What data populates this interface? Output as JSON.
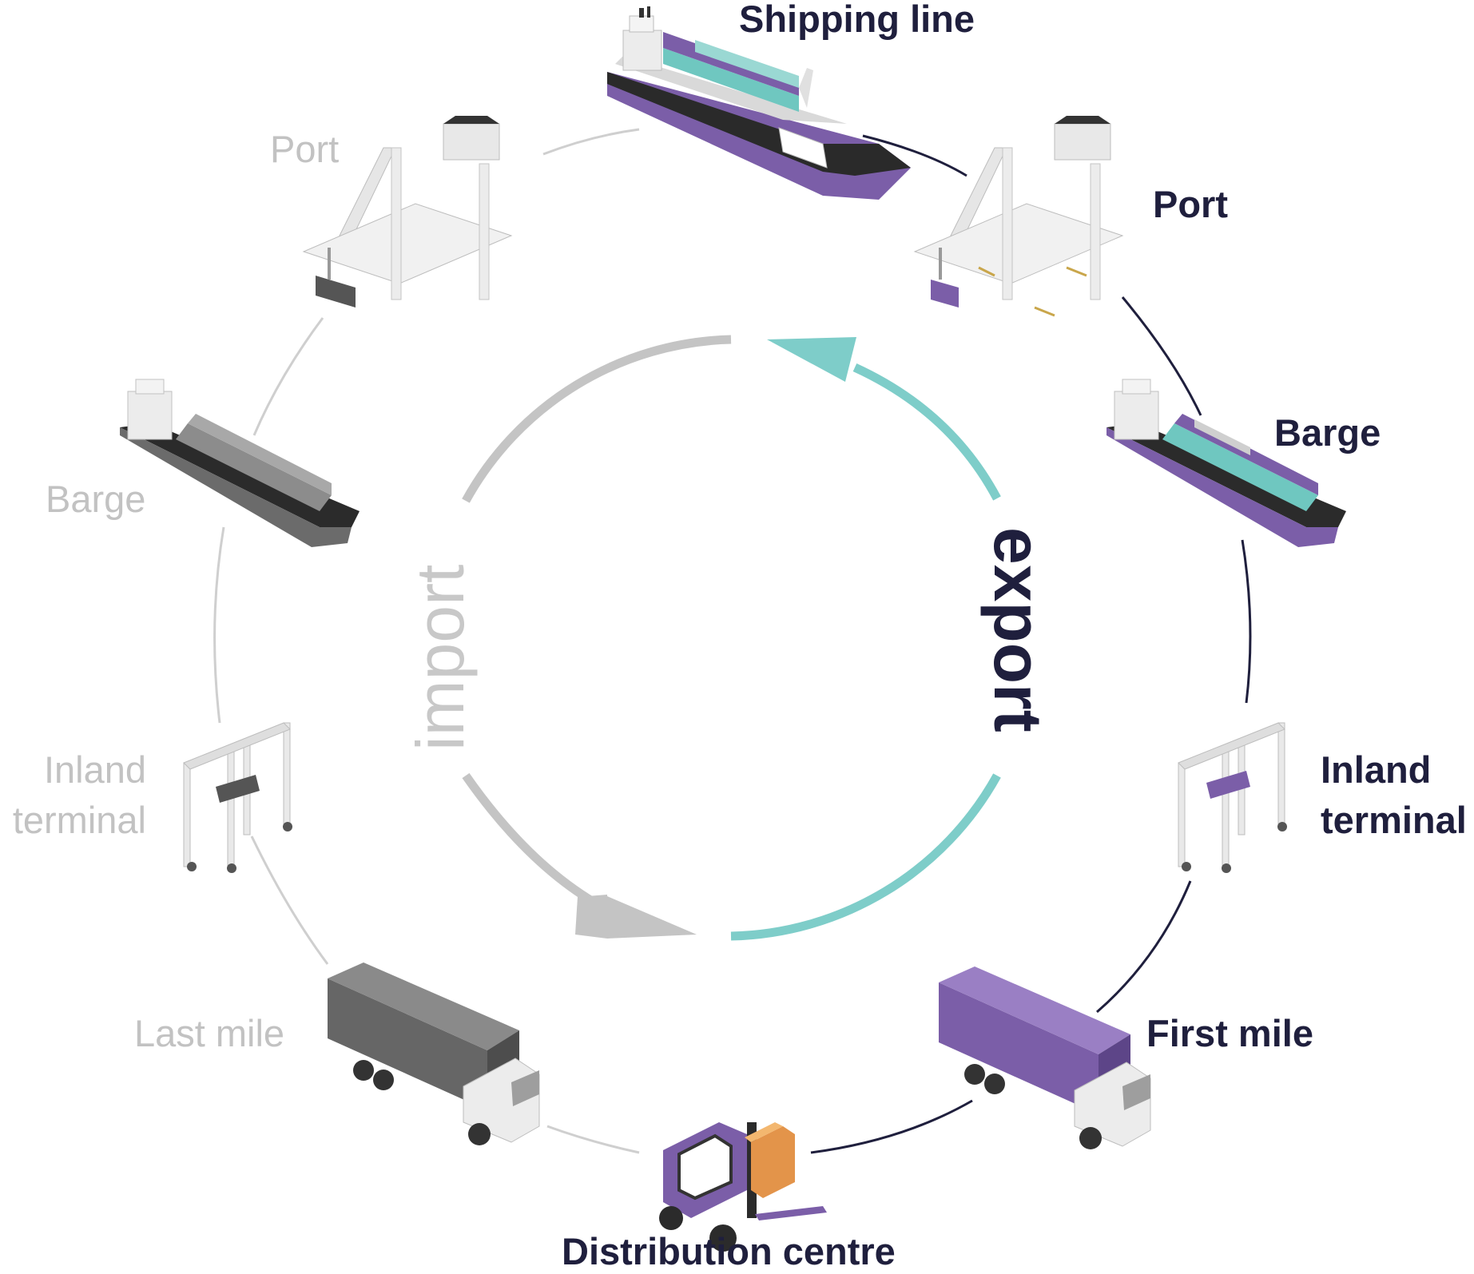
{
  "export_labels": {
    "shipping_line": "Shipping line",
    "port": "Port",
    "barge": "Barge",
    "inland_terminal_1": "Inland",
    "inland_terminal_2": "terminal",
    "first_mile": "First mile"
  },
  "import_labels": {
    "port": "Port",
    "barge": "Barge",
    "inland_terminal_1": "Inland",
    "inland_terminal_2": "terminal",
    "last_mile": "Last mile"
  },
  "shared_labels": {
    "distribution_centre": "Distribution centre"
  },
  "cycle_words": {
    "export": "export",
    "import": "import"
  },
  "colors": {
    "export_text": "#1f1f3d",
    "import_text": "#c2c2c2",
    "export_arrow": "#7ecdc9",
    "import_arrow": "#c4c4c4",
    "purple": "#7b5ea8",
    "teal": "#6fc7c0"
  }
}
